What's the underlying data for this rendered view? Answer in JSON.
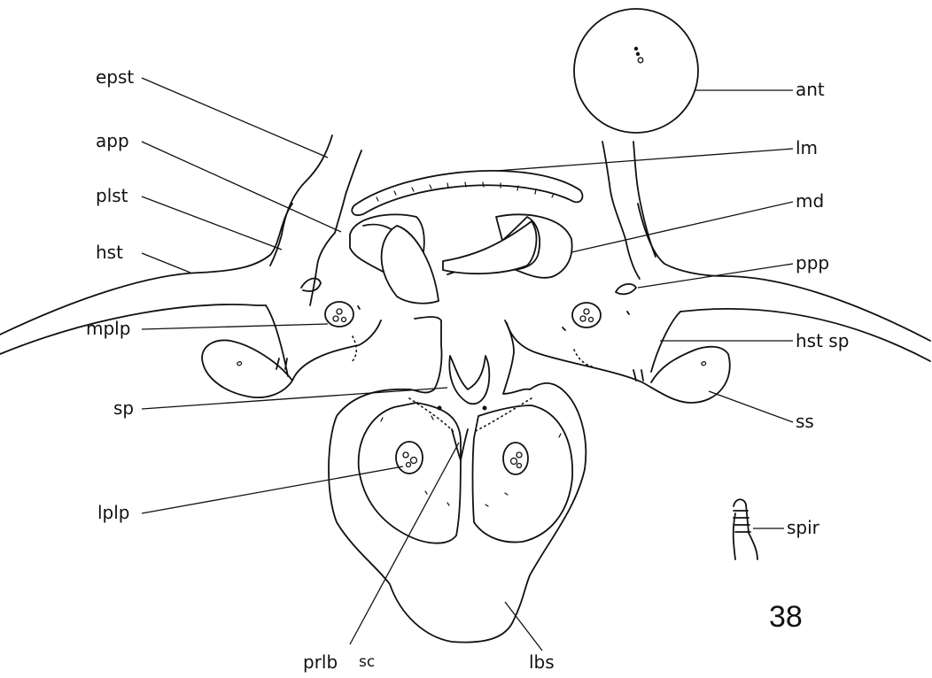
{
  "figure_number": "38",
  "labels": {
    "epst": "epst",
    "app": "app",
    "plst": "plst",
    "hst": "hst",
    "mplp": "mplp",
    "sp": "sp",
    "lplp": "lplp",
    "prlb": "prlb",
    "sc": "sc",
    "lbs": "lbs",
    "ant": "ant",
    "lm": "lm",
    "md": "md",
    "ppp": "ppp",
    "hst_sp": "hst sp",
    "ss": "ss",
    "spir": "spir"
  }
}
